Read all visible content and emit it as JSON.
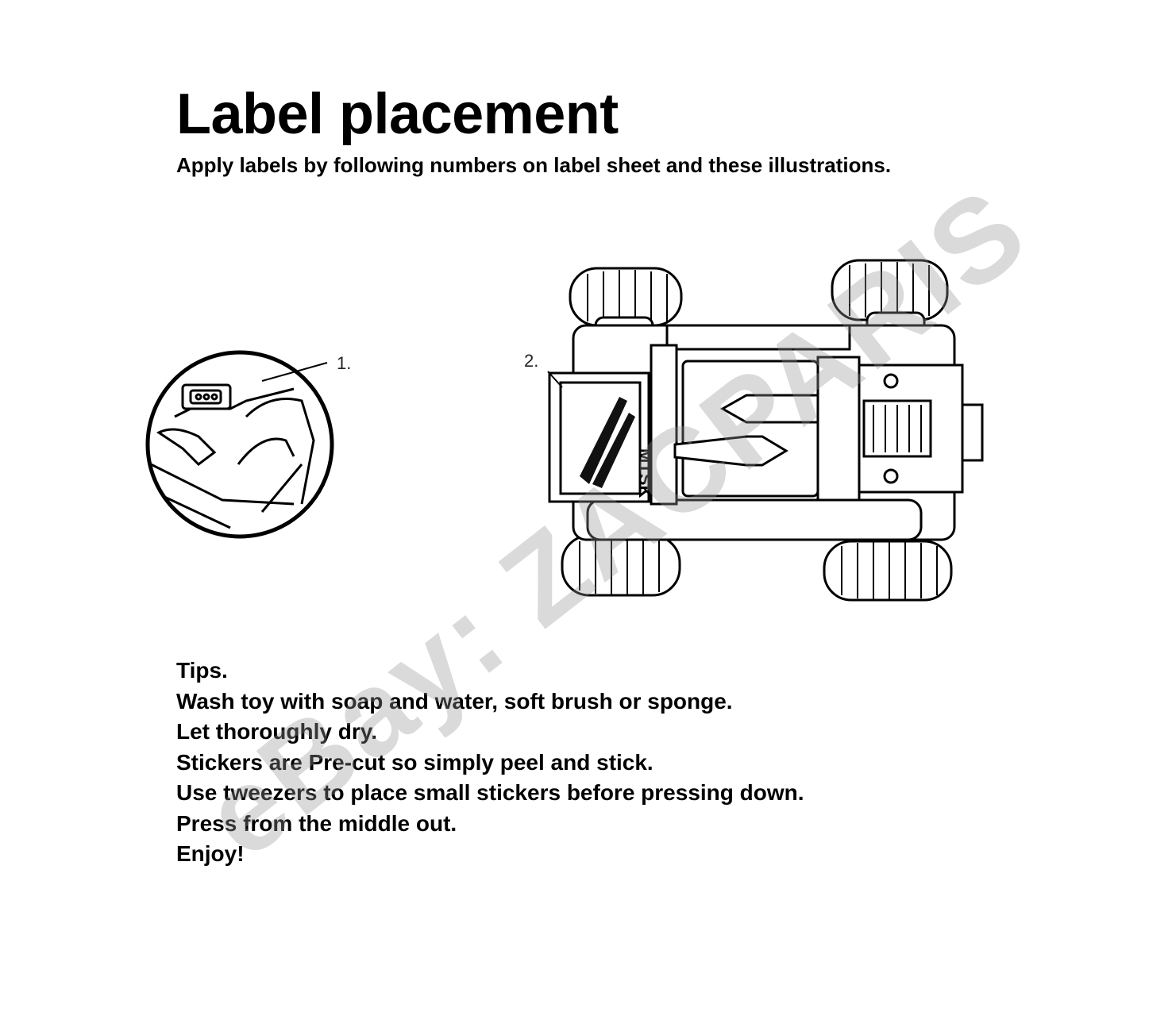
{
  "header": {
    "title": "Label placement",
    "subtitle": "Apply labels by following numbers on label sheet and these illustrations."
  },
  "figures": {
    "inset_callout": "1.",
    "vehicle_callout": "2.",
    "vehicle_decal_text": "MTSK"
  },
  "tips": [
    "Tips.",
    "Wash toy with soap and water, soft brush or sponge.",
    "Let thoroughly dry.",
    "Stickers are Pre-cut so simply peel and stick.",
    "Use tweezers to place small stickers before pressing down.",
    "Press from the middle out.",
    "Enjoy!"
  ],
  "watermark": "eBay: ZACPARIS"
}
